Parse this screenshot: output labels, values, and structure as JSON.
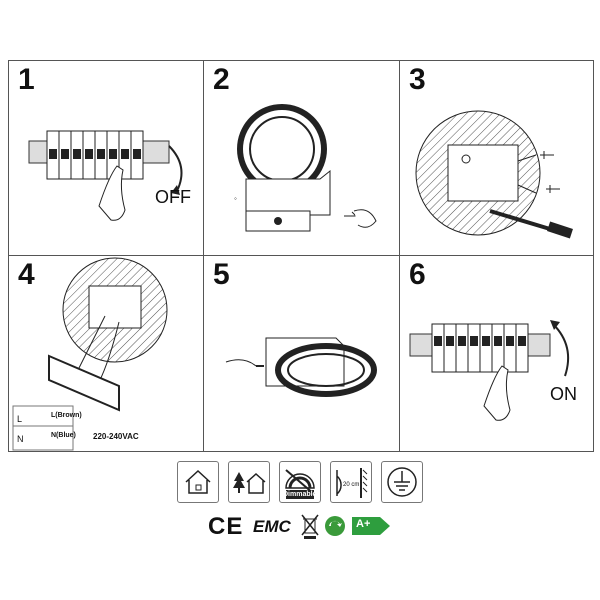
{
  "steps": [
    {
      "number": "1",
      "label": "OFF"
    },
    {
      "number": "2"
    },
    {
      "number": "3"
    },
    {
      "number": "4",
      "voltage": "220-240VAC",
      "wire_l": "L(Brown)",
      "wire_n": "N(Blue)",
      "term_l": "L",
      "term_n": "N"
    },
    {
      "number": "5"
    },
    {
      "number": "6",
      "label": "ON"
    }
  ],
  "icons": {
    "dimmable_label": "Dimmable",
    "distance_label": "20 cm"
  },
  "certs": {
    "ce": "CE",
    "emc": "EMC",
    "energy": "A+"
  }
}
